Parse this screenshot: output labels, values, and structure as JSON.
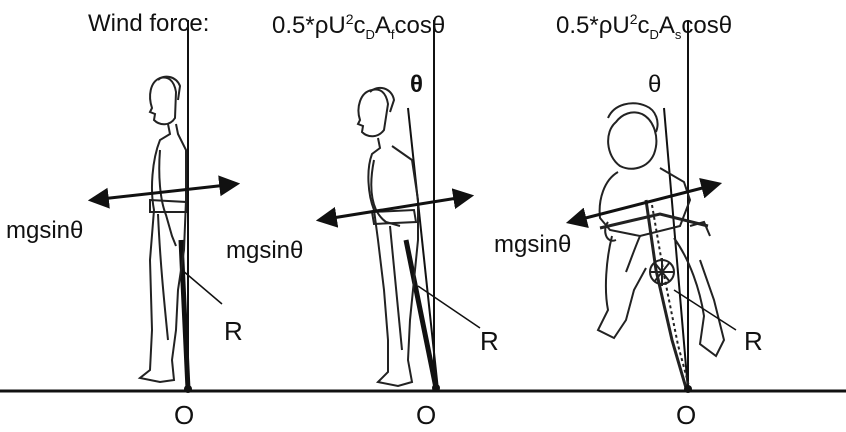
{
  "header": {
    "prefix": "Wind force:",
    "formula_frontal": "0.5*ρU²c_DA_fcosθ",
    "formula_side": "0.5*ρU²c_DA_scosθ",
    "frontal_parts": {
      "a": "0.5*ρU",
      "sup": "2",
      "b": "c",
      "sub1": "D",
      "c": "A",
      "sub2": "f",
      "d": "cosθ"
    },
    "side_parts": {
      "a": "0.5*ρU",
      "sup": "2",
      "b": "c",
      "sub1": "D",
      "c": "A",
      "sub2": "s",
      "d": "cosθ"
    }
  },
  "panels": [
    {
      "id": "standing",
      "force_label": "mgsinθ",
      "reaction_label": "R",
      "origin_label": "O"
    },
    {
      "id": "leaning",
      "force_label": "mgsinθ",
      "reaction_label": "R",
      "origin_label": "O",
      "angle_label": "θ"
    },
    {
      "id": "cyclist",
      "force_label": "mgsinθ",
      "reaction_label": "R",
      "origin_label": "O",
      "angle_label": "θ"
    }
  ]
}
